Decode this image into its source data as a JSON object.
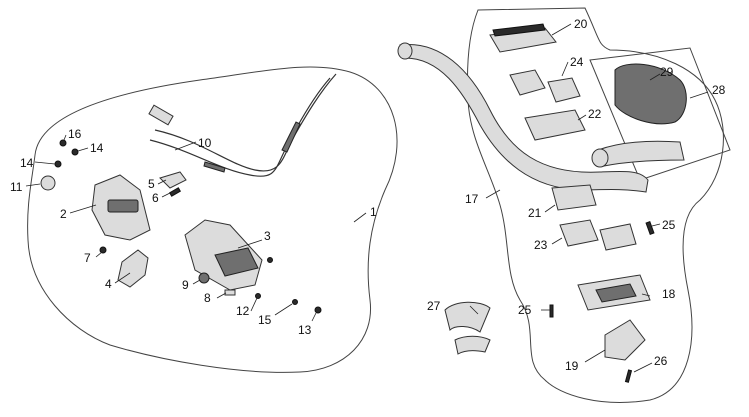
{
  "callouts": {
    "c1": "1",
    "c2": "2",
    "c3": "3",
    "c4": "4",
    "c5": "5",
    "c6": "6",
    "c7": "7",
    "c8": "8",
    "c9": "9",
    "c10": "10",
    "c11": "11",
    "c12": "12",
    "c13": "13",
    "c14a": "14",
    "c14b": "14",
    "c15": "15",
    "c16": "16",
    "c17": "17",
    "c18": "18",
    "c19": "19",
    "c20": "20",
    "c21": "21",
    "c22": "22",
    "c23": "23",
    "c24": "24",
    "c25a": "25",
    "c25b": "25",
    "c26": "26",
    "c27": "27",
    "c28": "28",
    "c29": "29"
  },
  "colors": {
    "outline": "#444444",
    "part_fill": "#dcdcdc",
    "part_dark": "#6f6f6f",
    "part_black": "#2a2a2a"
  }
}
